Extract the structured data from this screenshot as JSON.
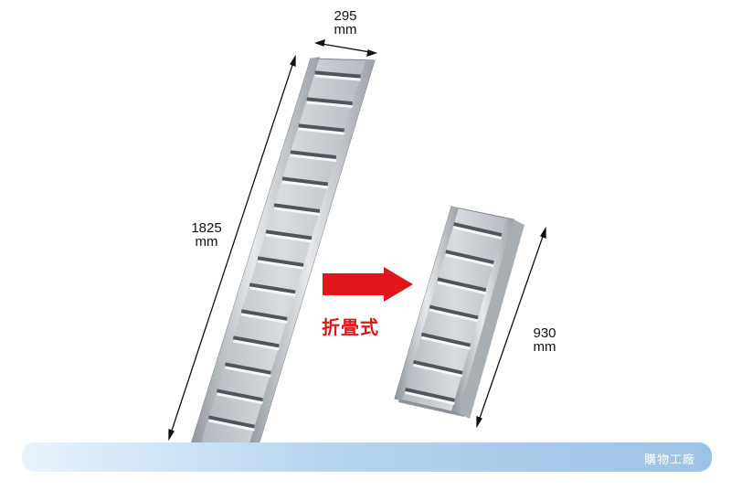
{
  "dimensions": {
    "width": {
      "value": "295",
      "unit": "mm"
    },
    "extended_length": {
      "value": "1825",
      "unit": "mm"
    },
    "folded_length": {
      "value": "930",
      "unit": "mm"
    }
  },
  "fold_label": "折畳式",
  "watermark": "購物工廠",
  "colors": {
    "arrow": "#e0161b",
    "aluminum": "#c9ced3",
    "banner": "#9cc3e6"
  },
  "icons": [
    "right-arrow-icon"
  ]
}
